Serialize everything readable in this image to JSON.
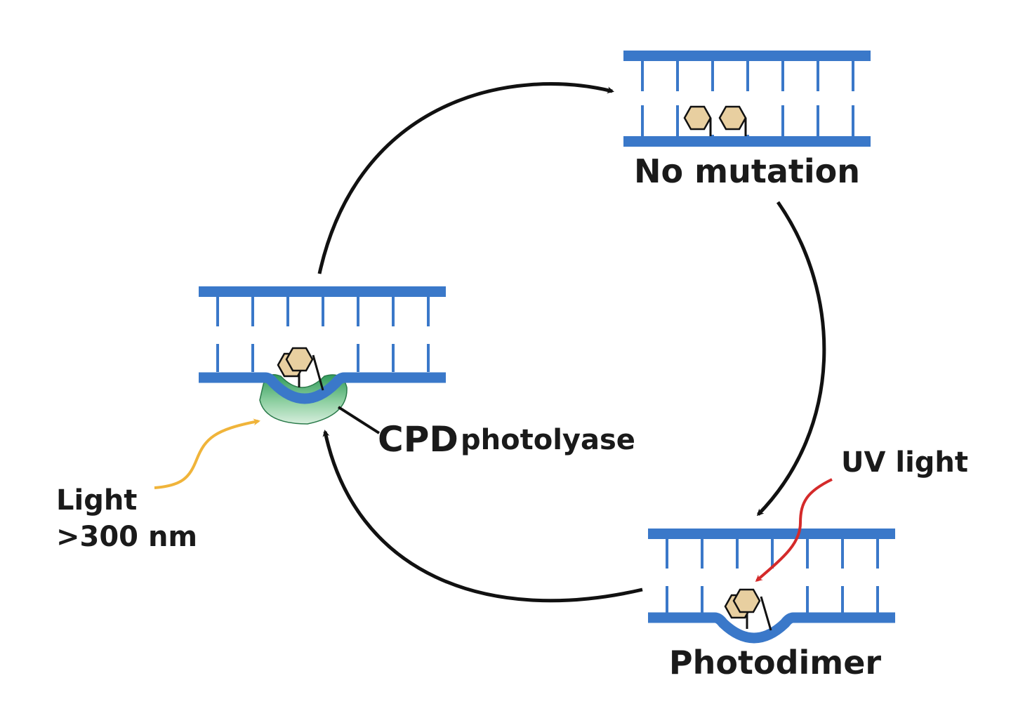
{
  "labels": {
    "no_mutation": "No mutation",
    "cpd": "CPD",
    "photolyase": "photolyase",
    "uv_light": "UV light",
    "light_line1": "Light",
    "light_line2": ">300 nm",
    "photodimer": "Photodimer"
  },
  "colors": {
    "dna_strand": "#3a78c9",
    "base_fill": "#e8cfa0",
    "enzyme_fill": "#5fb27a",
    "arrow": "#111111",
    "uv_arrow": "#d42a2a",
    "light_arrow": "#f0b43a"
  },
  "icons": {
    "base": "hexagon-base-icon",
    "enzyme": "cpd-photolyase-enzyme-icon"
  }
}
